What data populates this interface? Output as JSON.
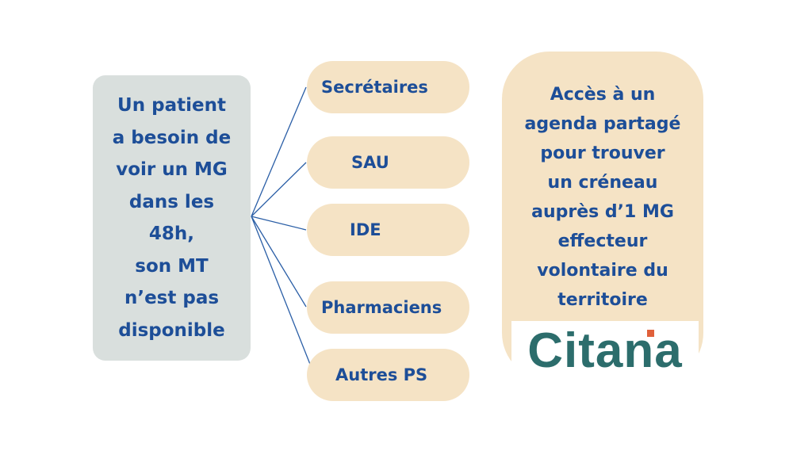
{
  "source": {
    "text": "Un patient\na besoin de\nvoir un MG\ndans les\n48h,\nson MT\nn’est pas\ndisponible"
  },
  "actors": [
    {
      "label": "Secrétaires"
    },
    {
      "label": "SAU"
    },
    {
      "label": "IDE"
    },
    {
      "label": "Pharmaciens"
    },
    {
      "label": "Autres PS"
    }
  ],
  "solution": {
    "text": "Accès à un\nagenda partagé\npour trouver\nun créneau\nauprès d’1 MG\neffecteur\nvolontaire du\nterritoire",
    "logo": "Citana"
  },
  "colors": {
    "text": "#1d4e98",
    "pill": "#f5e3c5",
    "source_box": "#d9dfdd",
    "logo": "#2c6d6c",
    "logo_accent": "#e0603a"
  }
}
